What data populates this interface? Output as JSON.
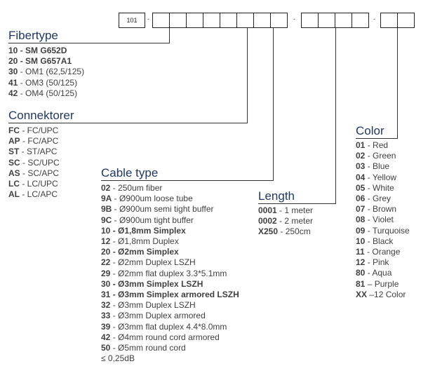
{
  "code_prefix": "101",
  "separators": [
    "-",
    "-",
    "-",
    "-"
  ],
  "fibertype": {
    "title": "Fibertype",
    "items": [
      {
        "code": "10",
        "sep": " - ",
        "desc": "SM G652D",
        "bold": true
      },
      {
        "code": "20",
        "sep": " - ",
        "desc": "SM G657A1",
        "bold": true
      },
      {
        "code": "30",
        "sep": " - ",
        "desc": "OM1 (62,5/125)",
        "bold": false
      },
      {
        "code": "41",
        "sep": " - ",
        "desc": "OM3 (50/125)",
        "bold": false
      },
      {
        "code": "42",
        "sep": " - ",
        "desc": "OM4 (50/125)",
        "bold": false
      }
    ]
  },
  "connektorer": {
    "title": "Connektorer",
    "items": [
      {
        "code": "FC",
        "sep": " - ",
        "desc": "FC/UPC",
        "bold": false
      },
      {
        "code": "AP",
        "sep": " - ",
        "desc": "FC/APC",
        "bold": false
      },
      {
        "code": "ST",
        "sep": " - ",
        "desc": "ST/APC",
        "bold": false
      },
      {
        "code": "SC",
        "sep": " - ",
        "desc": "SC/UPC",
        "bold": false
      },
      {
        "code": "AS",
        "sep": " - ",
        "desc": "SC/APC",
        "bold": false
      },
      {
        "code": "LC",
        "sep": " - ",
        "desc": "LC/UPC",
        "bold": false
      },
      {
        "code": "AL",
        "sep": " - ",
        "desc": "LC/APC",
        "bold": false
      }
    ]
  },
  "cable_type": {
    "title": "Cable type",
    "items": [
      {
        "code": "02",
        "sep": " - ",
        "desc": "250um fiber",
        "bold": false
      },
      {
        "code": "9A",
        "sep": " - ",
        "desc": "Ø900um loose tube",
        "bold": false
      },
      {
        "code": "9B",
        "sep": " - ",
        "desc": "Ø900um semi tight buffer",
        "bold": false
      },
      {
        "code": "9C",
        "sep": " - ",
        "desc": "Ø900um tight buffer",
        "bold": false
      },
      {
        "code": "10",
        "sep": " - ",
        "desc": "Ø1,8mm Simplex",
        "bold": true
      },
      {
        "code": "12",
        "sep": " - ",
        "desc": "Ø1,8mm Duplex",
        "bold": false
      },
      {
        "code": "20",
        "sep": " - ",
        "desc": "Ø2mm Simplex",
        "bold": true
      },
      {
        "code": "22",
        "sep": " - ",
        "desc": "Ø2mm Duplex LSZH",
        "bold": false
      },
      {
        "code": "29",
        "sep": " - ",
        "desc": "Ø2mm flat duplex 3.3*5.1mm",
        "bold": false
      },
      {
        "code": "30",
        "sep": " - ",
        "desc": "Ø3mm Simplex LSZH",
        "bold": true
      },
      {
        "code": "31",
        "sep": " - ",
        "desc": "Ø3mm Simplex armored LSZH",
        "bold": true
      },
      {
        "code": "32",
        "sep": " - ",
        "desc": "Ø3mm Duplex LSZH",
        "bold": false
      },
      {
        "code": "33",
        "sep": " - ",
        "desc": "Ø3mm Duplex armored",
        "bold": false
      },
      {
        "code": "39",
        "sep": " - ",
        "desc": "Ø3mm flat duplex 4.4*8.0mm",
        "bold": false
      },
      {
        "code": "42",
        "sep": " - ",
        "desc": "Ø4mm round cord armored",
        "bold": false
      },
      {
        "code": "50",
        "sep": " - ",
        "desc": "Ø5mm round cord",
        "bold": false
      },
      {
        "code": "",
        "sep": "",
        "desc": "≤ 0,25dB",
        "bold": false
      }
    ]
  },
  "length": {
    "title": "Length",
    "items": [
      {
        "code": "0001",
        "sep": " - ",
        "desc": "1 meter",
        "bold": false
      },
      {
        "code": "0002",
        "sep": " - ",
        "desc": "2 meter",
        "bold": false
      },
      {
        "code": "X250",
        "sep": " - ",
        "desc": "250cm",
        "bold": false
      }
    ]
  },
  "color": {
    "title": "Color",
    "items": [
      {
        "code": "01",
        "sep": " - ",
        "desc": "Red",
        "bold": false
      },
      {
        "code": "02",
        "sep": " - ",
        "desc": "Green",
        "bold": false
      },
      {
        "code": "03",
        "sep": " - ",
        "desc": "Blue",
        "bold": false
      },
      {
        "code": "04",
        "sep": " - ",
        "desc": "Yellow",
        "bold": false
      },
      {
        "code": "05",
        "sep": " - ",
        "desc": "White",
        "bold": false
      },
      {
        "code": "06",
        "sep": " - ",
        "desc": "Grey",
        "bold": false
      },
      {
        "code": "07",
        "sep": " - ",
        "desc": "Brown",
        "bold": false
      },
      {
        "code": "08",
        "sep": " - ",
        "desc": "Violet",
        "bold": false
      },
      {
        "code": "09",
        "sep": " - ",
        "desc": "Turquoise",
        "bold": false
      },
      {
        "code": "10",
        "sep": " - ",
        "desc": "Black",
        "bold": false
      },
      {
        "code": "11",
        "sep": " - ",
        "desc": "Orange",
        "bold": false
      },
      {
        "code": "12",
        "sep": " - ",
        "desc": "Pink",
        "bold": false
      },
      {
        "code": "80",
        "sep": " - ",
        "desc": "Aqua",
        "bold": false
      },
      {
        "code": "81",
        "sep": " – ",
        "desc": "Purple",
        "bold": false
      },
      {
        "code": "XX",
        "sep": " –",
        "desc": "12 Color",
        "bold": false
      }
    ]
  },
  "colors": {
    "heading": "#1f3864",
    "text": "#404040",
    "lines": "#333333"
  }
}
